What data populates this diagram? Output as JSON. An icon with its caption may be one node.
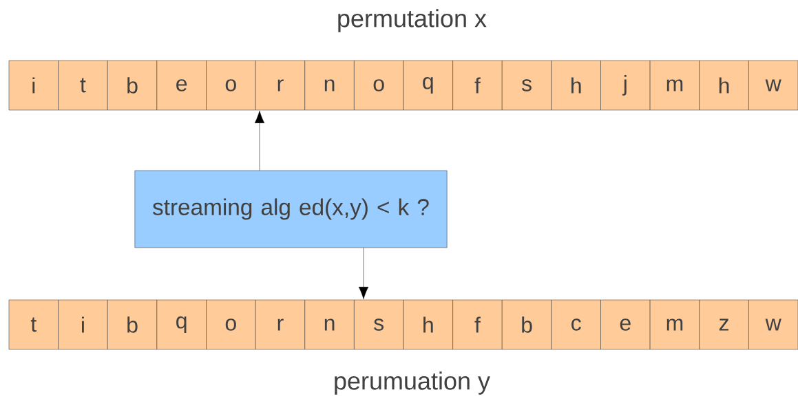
{
  "diagram": {
    "nodes": [
      {
        "text": [
          "i"
        ]
      },
      {
        "text": [
          "t"
        ]
      },
      {
        "text": [
          "b"
        ]
      },
      {
        "text": [
          "e"
        ]
      },
      {
        "text": [
          "o"
        ]
      },
      {
        "text": [
          "r"
        ]
      },
      {
        "text": [
          "n"
        ]
      },
      {
        "text": [
          "o"
        ]
      },
      {
        "text": [
          "q"
        ]
      },
      {
        "text": [
          "f"
        ]
      },
      {
        "text": [
          "s"
        ]
      },
      {
        "text": [
          "h"
        ]
      },
      {
        "text": [
          "j"
        ]
      },
      {
        "text": [
          "m"
        ]
      },
      {
        "text": [
          "h"
        ]
      },
      {
        "text": [
          "w"
        ]
      },
      {
        "text": [
          "streaming alg ed(x,y) < k ?"
        ]
      },
      {
        "text": [
          "t"
        ]
      },
      {
        "text": [
          "i"
        ]
      },
      {
        "text": [
          "b"
        ]
      },
      {
        "text": [
          "q"
        ]
      },
      {
        "text": [
          "o"
        ]
      },
      {
        "text": [
          "r"
        ]
      },
      {
        "text": [
          "n"
        ]
      },
      {
        "text": [
          "s"
        ]
      },
      {
        "text": [
          "h"
        ]
      },
      {
        "text": [
          "f"
        ]
      },
      {
        "text": [
          "b"
        ]
      },
      {
        "text": [
          "c"
        ]
      },
      {
        "text": [
          "e"
        ]
      },
      {
        "text": [
          "m"
        ]
      },
      {
        "text": [
          "z"
        ]
      },
      {
        "text": [
          "w"
        ]
      }
    ],
    "edges": [
      {
        "from": 16,
        "to": 5,
        "arrow": "to"
      },
      {
        "from": 16,
        "to": 24,
        "arrow": "to"
      }
    ],
    "labels": [
      "permutation x",
      "perumuation y"
    ]
  }
}
